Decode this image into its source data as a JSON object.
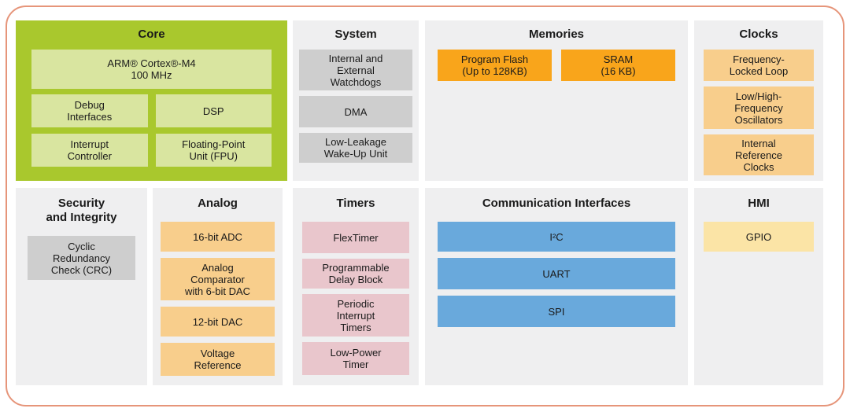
{
  "colors": {
    "frame-border": "#E6957A",
    "panel-bg": "#EFEFF0",
    "core-bg": "#A9C82D",
    "core-block-bg": "#D9E5A0",
    "gray-block-bg": "#CECECE",
    "orange-block-bg": "#F9A51B",
    "light-orange-block-bg": "#F8CE8C",
    "pink-block-bg": "#E9C6CC",
    "blue-block-bg": "#69A9DC",
    "yellow-block-bg": "#FBE4A6",
    "text": "#1A1A1A"
  },
  "sections": {
    "core": {
      "title": "Core",
      "blocks": [
        "ARM® Cortex®-M4\n100 MHz",
        "Debug\nInterfaces",
        "DSP",
        "Interrupt\nController",
        "Floating-Point\nUnit (FPU)"
      ]
    },
    "system": {
      "title": "System",
      "blocks": [
        "Internal and\nExternal\nWatchdogs",
        "DMA",
        "Low-Leakage\nWake-Up Unit"
      ]
    },
    "memories": {
      "title": "Memories",
      "blocks": [
        "Program Flash\n(Up to 128KB)",
        "SRAM\n(16 KB)"
      ]
    },
    "clocks": {
      "title": "Clocks",
      "blocks": [
        "Frequency-\nLocked Loop",
        "Low/High-\nFrequency\nOscillators",
        "Internal\nReference\nClocks"
      ]
    },
    "security": {
      "title": "Security\nand Integrity",
      "blocks": [
        "Cyclic\nRedundancy\nCheck (CRC)"
      ]
    },
    "analog": {
      "title": "Analog",
      "blocks": [
        "16-bit ADC",
        "Analog\nComparator\nwith 6-bit DAC",
        "12-bit DAC",
        "Voltage\nReference"
      ]
    },
    "timers": {
      "title": "Timers",
      "blocks": [
        "FlexTimer",
        "Programmable\nDelay Block",
        "Periodic\nInterrupt\nTimers",
        "Low-Power\nTimer"
      ]
    },
    "comm": {
      "title": "Communication Interfaces",
      "blocks": [
        "I²C",
        "UART",
        "SPI"
      ]
    },
    "hmi": {
      "title": "HMI",
      "blocks": [
        "GPIO"
      ]
    }
  }
}
